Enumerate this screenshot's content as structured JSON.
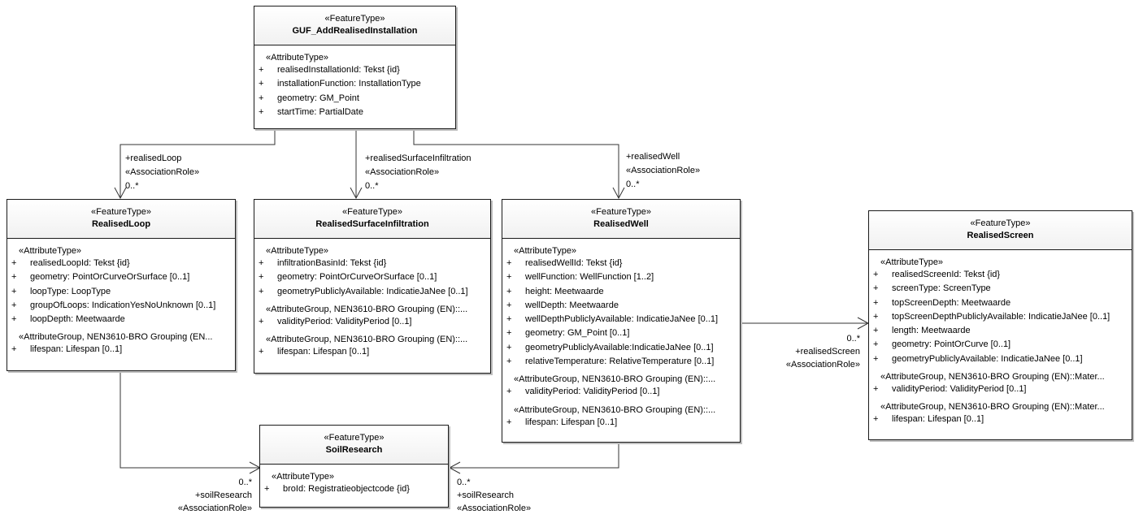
{
  "classes": {
    "guf": {
      "stereotype": "«FeatureType»",
      "name": "GUF_AddRealisedInstallation",
      "sections": [
        {
          "title": "«AttributeType»",
          "attrs": [
            {
              "vis": "+",
              "text": "realisedInstallationId: Tekst {id}"
            },
            {
              "vis": "+",
              "text": "installationFunction: InstallationType"
            },
            {
              "vis": "+",
              "text": "geometry: GM_Point"
            },
            {
              "vis": "+",
              "text": "startTime: PartialDate"
            }
          ]
        }
      ]
    },
    "loop": {
      "stereotype": "«FeatureType»",
      "name": "RealisedLoop",
      "sections": [
        {
          "title": "«AttributeType»",
          "attrs": [
            {
              "vis": "+",
              "text": "realisedLoopId: Tekst {id}"
            },
            {
              "vis": "+",
              "text": "geometry: PointOrCurveOrSurface [0..1]"
            },
            {
              "vis": "+",
              "text": "loopType: LoopType"
            },
            {
              "vis": "+",
              "text": "groupOfLoops: IndicationYesNoUnknown [0..1]"
            },
            {
              "vis": "+",
              "text": "loopDepth: Meetwaarde"
            }
          ]
        },
        {
          "title": "«AttributeGroup, NEN3610-BRO Grouping (EN...",
          "attrs": [
            {
              "vis": "+",
              "text": "lifespan: Lifespan [0..1]"
            }
          ]
        }
      ]
    },
    "surface": {
      "stereotype": "«FeatureType»",
      "name": "RealisedSurfaceInfiltration",
      "sections": [
        {
          "title": "«AttributeType»",
          "attrs": [
            {
              "vis": "+",
              "text": "infiltrationBasinId: Tekst {id}"
            },
            {
              "vis": "+",
              "text": "geometry: PointOrCurveOrSurface [0..1]"
            },
            {
              "vis": "+",
              "text": "geometryPubliclyAvailable: IndicatieJaNee [0..1]"
            }
          ]
        },
        {
          "title": "«AttributeGroup, NEN3610-BRO Grouping (EN)::...",
          "attrs": [
            {
              "vis": "+",
              "text": "validityPeriod: ValidityPeriod [0..1]"
            }
          ]
        },
        {
          "title": "«AttributeGroup, NEN3610-BRO Grouping (EN)::...",
          "attrs": [
            {
              "vis": "+",
              "text": "lifespan: Lifespan [0..1]"
            }
          ]
        }
      ]
    },
    "well": {
      "stereotype": "«FeatureType»",
      "name": "RealisedWell",
      "sections": [
        {
          "title": "«AttributeType»",
          "attrs": [
            {
              "vis": "+",
              "text": "realisedWellId: Tekst {id}"
            },
            {
              "vis": "+",
              "text": "wellFunction: WellFunction [1..2]"
            },
            {
              "vis": "+",
              "text": "height: Meetwaarde"
            },
            {
              "vis": "+",
              "text": "wellDepth: Meetwaarde"
            },
            {
              "vis": "+",
              "text": "wellDepthPubliclyAvailable: IndicatieJaNee [0..1]"
            },
            {
              "vis": "+",
              "text": "geometry: GM_Point [0..1]"
            },
            {
              "vis": "+",
              "text": "geometryPubliclyAvailable:IndicatieJaNee [0..1]"
            },
            {
              "vis": "+",
              "text": "relativeTemperature: RelativeTemperature [0..1]"
            }
          ]
        },
        {
          "title": "«AttributeGroup, NEN3610-BRO Grouping (EN)::...",
          "attrs": [
            {
              "vis": "+",
              "text": "validityPeriod: ValidityPeriod [0..1]"
            }
          ]
        },
        {
          "title": "«AttributeGroup, NEN3610-BRO Grouping (EN)::...",
          "attrs": [
            {
              "vis": "+",
              "text": "lifespan: Lifespan [0..1]"
            }
          ]
        }
      ]
    },
    "screen": {
      "stereotype": "«FeatureType»",
      "name": "RealisedScreen",
      "sections": [
        {
          "title": "«AttributeType»",
          "attrs": [
            {
              "vis": "+",
              "text": "realisedScreenId: Tekst {id}"
            },
            {
              "vis": "+",
              "text": "screenType: ScreenType"
            },
            {
              "vis": "+",
              "text": "topScreenDepth: Meetwaarde"
            },
            {
              "vis": "+",
              "text": "topScreenDepthPubliclyAvailable: IndicatieJaNee [0..1]"
            },
            {
              "vis": "+",
              "text": "length: Meetwaarde"
            },
            {
              "vis": "+",
              "text": "geometry: PointOrCurve [0..1]"
            },
            {
              "vis": "+",
              "text": "geometryPubliclyAvailable: IndicatieJaNee [0..1]"
            }
          ]
        },
        {
          "title": "«AttributeGroup, NEN3610-BRO Grouping (EN)::Mater...",
          "attrs": [
            {
              "vis": "+",
              "text": "validityPeriod: ValidityPeriod [0..1]"
            }
          ]
        },
        {
          "title": "«AttributeGroup, NEN3610-BRO Grouping (EN)::Mater...",
          "attrs": [
            {
              "vis": "+",
              "text": "lifespan: Lifespan [0..1]"
            }
          ]
        }
      ]
    },
    "soil": {
      "stereotype": "«FeatureType»",
      "name": "SoilResearch",
      "sections": [
        {
          "title": "«AttributeType»",
          "attrs": [
            {
              "vis": "+",
              "text": "broId: Registratieobjectcode {id}"
            }
          ]
        }
      ]
    }
  },
  "labels": {
    "loop": [
      "+realisedLoop",
      "«AssociationRole»",
      "0..*"
    ],
    "surface": [
      "+realisedSurfaceInfiltration",
      "«AssociationRole»",
      "0..*"
    ],
    "well": [
      "+realisedWell",
      "«AssociationRole»",
      "0..*"
    ],
    "screen": [
      "0..*",
      "+realisedScreen",
      "«AssociationRole»"
    ],
    "soil_left": [
      "0..*",
      "+soilResearch",
      "«AssociationRole»"
    ],
    "soil_right": [
      "0..*",
      "+soilResearch",
      "«AssociationRole»"
    ]
  }
}
